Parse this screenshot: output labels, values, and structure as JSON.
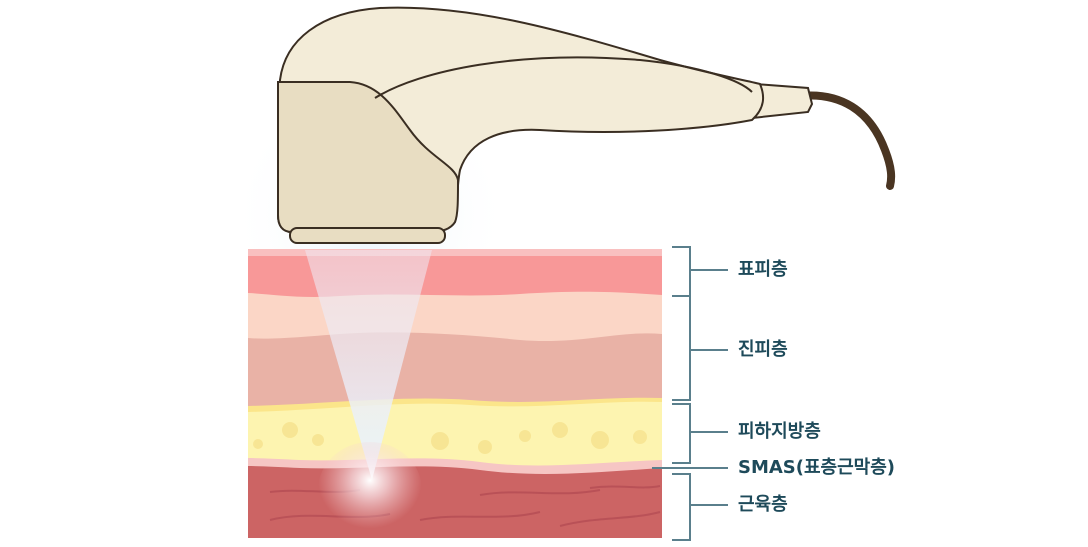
{
  "labels": {
    "epidermis": "표피층",
    "dermis": "진피층",
    "subcutaneous_fat": "피하지방층",
    "smas": "SMAS(표층근막층)",
    "muscle": "근육층"
  },
  "colors": {
    "label_text": "#1e4a5a",
    "bracket": "#5a7f8c",
    "epidermis": "#f89898",
    "upper_dermis": "#fbd6c6",
    "dermis": "#e9b2a6",
    "fat": "#fdf4b0",
    "smas": "#f6c6c4",
    "muscle": "#cc6464",
    "handle": "#f3ecd8",
    "handle_head": "#e8ddc2",
    "cable": "#4a3522"
  }
}
